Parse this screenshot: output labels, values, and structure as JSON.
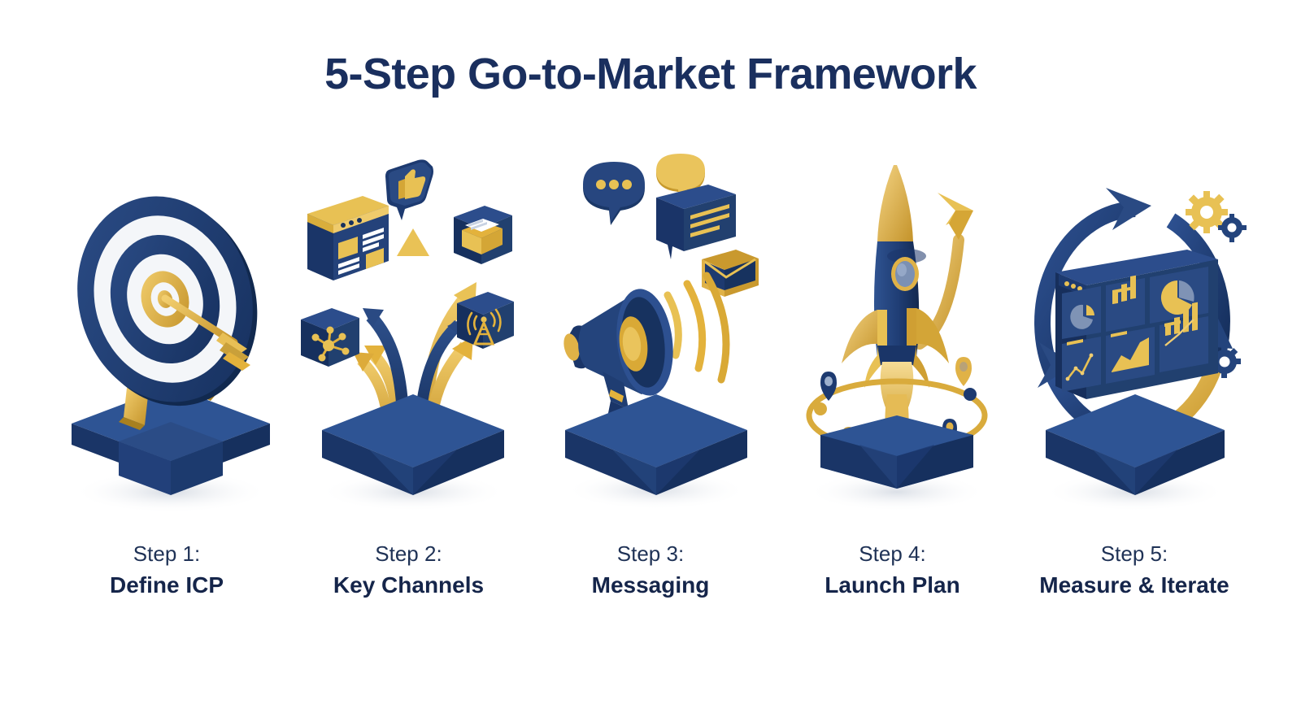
{
  "header": {
    "title": "5-Step Go-to-Market Framework"
  },
  "colors": {
    "background": "#ffffff",
    "navy_dark": "#16305e",
    "navy": "#1f3b6e",
    "navy_light": "#2d4f8a",
    "navy_mid": "#24447c",
    "gold": "#e3b23c",
    "gold_light": "#f0cb6a",
    "gold_dark": "#c4932a",
    "white_ring": "#f4f6f9",
    "title_text": "#1a2f5e",
    "caption_num": "#1f3256",
    "caption_title": "#15254a"
  },
  "steps": [
    {
      "number": "Step 1:",
      "title": "Define ICP",
      "icon": "target-bullseye-icon",
      "description": "Isometric archery target with concentric navy and white rings, gold bullseye and gold arrow striking the center, mounted on gold legs on a navy pedestal base.",
      "elements": [
        "target-rings",
        "gold-bullseye",
        "gold-arrow",
        "gold-legs",
        "navy-pedestal-base"
      ]
    },
    {
      "number": "Step 2:",
      "title": "Key Channels",
      "icon": "branching-arrows-icon",
      "description": "Gold and navy arrows branching upward and outward from a navy cube base toward five marketing channel tiles.",
      "elements": [
        "branching-arrows",
        "navy-cube-base"
      ],
      "channel_icons": [
        "browser-window-icon",
        "thumbs-up-bubble-icon",
        "email-envelope-icon",
        "network-nodes-icon",
        "broadcast-tower-icon"
      ]
    },
    {
      "number": "Step 3:",
      "title": "Messaging",
      "icon": "megaphone-icon",
      "description": "Navy megaphone with gold horn interior emitting gold sound waves, surrounded by chat bubbles and an envelope, on a navy cube base.",
      "elements": [
        "megaphone",
        "sound-waves",
        "navy-cube-base"
      ],
      "message_icons": [
        "dots-speech-bubble-icon",
        "gold-speech-bubble-icon",
        "text-lines-bubble-icon",
        "envelope-icon"
      ]
    },
    {
      "number": "Step 4:",
      "title": "Launch Plan",
      "icon": "rocket-launch-icon",
      "description": "Navy rocket with gold nose cone, fins and exhaust plume lifting off a navy hexagonal base, encircled by a gold orbit ring with location pins and a rising gold growth arrow.",
      "elements": [
        "rocket",
        "gold-nose-cone",
        "gold-fins",
        "porthole-window",
        "exhaust-plume",
        "orbit-ring",
        "location-pins",
        "growth-arrow",
        "navy-hex-base"
      ]
    },
    {
      "number": "Step 5:",
      "title": "Measure & Iterate",
      "icon": "analytics-cycle-icon",
      "description": "Navy and gold circular refresh arrows looping around an analytics dashboard panel, with gold and navy gears, on a navy cube base.",
      "elements": [
        "circular-arrow-loop",
        "gold-arrow-segment",
        "gold-gear",
        "navy-gear",
        "dashboard-panel",
        "navy-cube-base"
      ],
      "dashboard_tiles": [
        "donut-chart-tile",
        "bar-chart-tile",
        "pie-chart-tile",
        "line-chart-tile",
        "area-chart-tile",
        "bar-trend-chart-tile"
      ]
    }
  ]
}
